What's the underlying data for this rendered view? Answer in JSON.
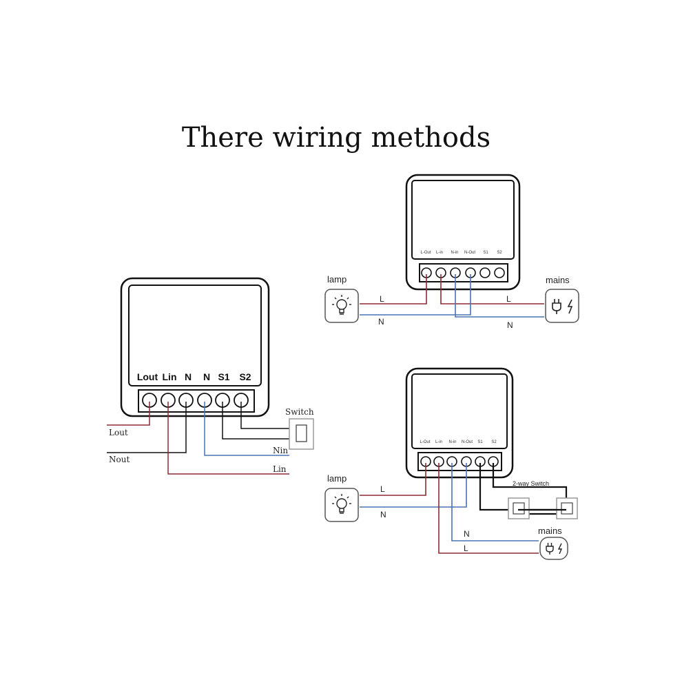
{
  "title": "There wiring methods",
  "diagram1": {
    "terminals": [
      "Lout",
      "Lin",
      "N",
      "N",
      "S1",
      "S2"
    ],
    "wires": {
      "lout": "Lout",
      "nout": "Nout",
      "nin": "Nin",
      "lin": "Lin"
    },
    "switch": "Switch"
  },
  "diagram2": {
    "terminals": [
      "L-Out",
      "L-in",
      "N-in",
      "N-Out",
      "S1",
      "S2"
    ],
    "lamp": "lamp",
    "mains": "mains",
    "wires": {
      "l_left": "L",
      "n_left": "N",
      "l_right": "L",
      "n_right": "N"
    }
  },
  "diagram3": {
    "terminals": [
      "L-Out",
      "L-in",
      "N-in",
      "N-Out",
      "S1",
      "S2"
    ],
    "lamp": "lamp",
    "mains": "mains",
    "switch": "2-way Switch",
    "wires": {
      "l_left": "L",
      "n_left": "N",
      "n_right": "N",
      "l_right": "L"
    }
  },
  "colors": {
    "live": "#8e2a33",
    "neutral": "#4a72b0",
    "black": "#111111"
  }
}
